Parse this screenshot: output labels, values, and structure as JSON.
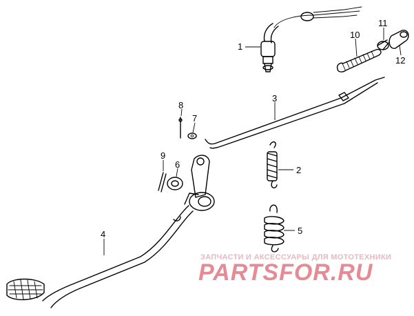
{
  "callouts": [
    {
      "id": "1",
      "label": "1"
    },
    {
      "id": "2",
      "label": "2"
    },
    {
      "id": "3",
      "label": "3"
    },
    {
      "id": "4",
      "label": "4"
    },
    {
      "id": "5",
      "label": "5"
    },
    {
      "id": "6",
      "label": "6"
    },
    {
      "id": "7",
      "label": "7"
    },
    {
      "id": "8",
      "label": "8"
    },
    {
      "id": "9",
      "label": "9"
    },
    {
      "id": "10",
      "label": "10"
    },
    {
      "id": "11",
      "label": "11"
    },
    {
      "id": "12",
      "label": "12"
    }
  ],
  "watermark": {
    "subtitle": "ЗАПЧАСТИ И АКСЕССУАРЫ ДЛЯ МОТОТЕХНИКИ",
    "brand": "PARTSFOR.RU",
    "colors": {
      "brand": "#e58b95",
      "subtitle": "#e9b8bf"
    }
  }
}
